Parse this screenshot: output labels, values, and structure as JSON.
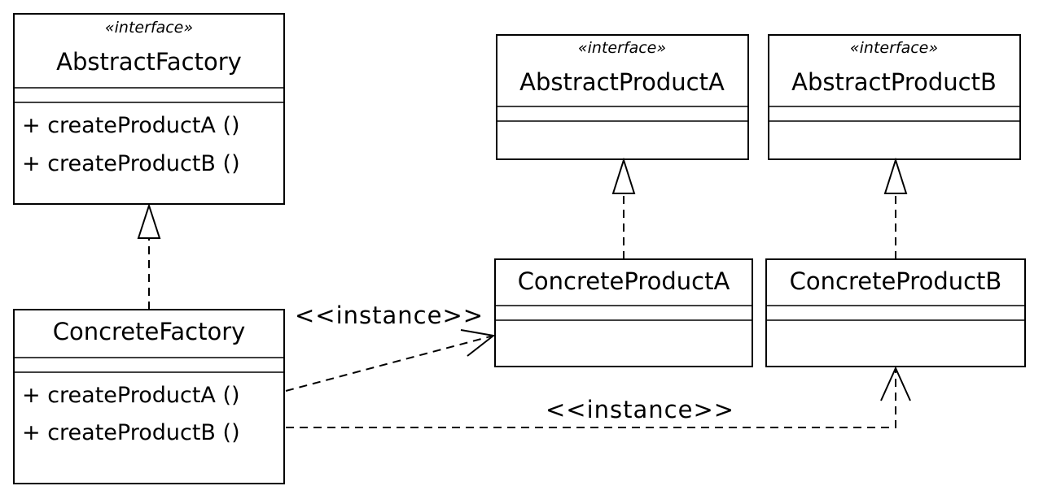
{
  "classes": {
    "abstract_factory": {
      "stereotype": "«interface»",
      "name": "AbstractFactory",
      "operations": [
        "+ createProductA ()",
        "+ createProductB ()"
      ]
    },
    "abstract_product_a": {
      "stereotype": "«interface»",
      "name": "AbstractProductA"
    },
    "abstract_product_b": {
      "stereotype": "«interface»",
      "name": "AbstractProductB"
    },
    "concrete_factory": {
      "name": "ConcreteFactory",
      "operations": [
        "+ createProductA ()",
        "+ createProductB ()"
      ]
    },
    "concrete_product_a": {
      "name": "ConcreteProductA"
    },
    "concrete_product_b": {
      "name": "ConcreteProductB"
    }
  },
  "relations": {
    "instance_a_label": "<<instance>>",
    "instance_b_label": "<<instance>>"
  }
}
